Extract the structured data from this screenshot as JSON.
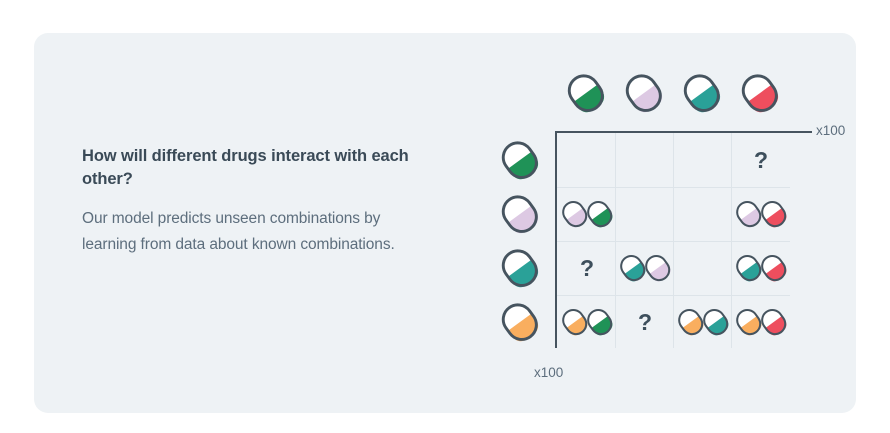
{
  "card": {
    "background": "#eef2f5"
  },
  "text": {
    "headline": "How will different drugs interact with each other?",
    "body": "Our model predicts unseen combinations by learning from data about known combinations."
  },
  "colors": {
    "green": "#1f9257",
    "lavender": "#ddc9e3",
    "teal": "#2aa198",
    "red": "#ee4e5e",
    "orange": "#f9ae5f",
    "pill_top": "#ffffff",
    "pill_outline": "#46545f",
    "axis": "#46545f",
    "gridline": "#dde4e9",
    "headline_text": "#3a4a57",
    "body_text": "#5d6e7d",
    "question_mark": "#3d4f5c"
  },
  "matrix": {
    "axis_label_right": "x100",
    "axis_label_bottom": "x100",
    "question_glyph": "?",
    "column_headers": [
      {
        "name": "drug-green",
        "color_key": "green"
      },
      {
        "name": "drug-lavender",
        "color_key": "lavender"
      },
      {
        "name": "drug-teal",
        "color_key": "teal"
      },
      {
        "name": "drug-red",
        "color_key": "red"
      }
    ],
    "row_headers": [
      {
        "name": "drug-green",
        "color_key": "green"
      },
      {
        "name": "drug-lavender",
        "color_key": "lavender"
      },
      {
        "name": "drug-teal",
        "color_key": "teal"
      },
      {
        "name": "drug-orange",
        "color_key": "orange"
      }
    ],
    "cells": [
      [
        {
          "type": "empty"
        },
        {
          "type": "empty"
        },
        {
          "type": "empty"
        },
        {
          "type": "question"
        }
      ],
      [
        {
          "type": "pair",
          "pills": [
            "lavender",
            "green"
          ]
        },
        {
          "type": "empty"
        },
        {
          "type": "empty"
        },
        {
          "type": "pair",
          "pills": [
            "lavender",
            "red"
          ]
        }
      ],
      [
        {
          "type": "question"
        },
        {
          "type": "pair",
          "pills": [
            "teal",
            "lavender"
          ]
        },
        {
          "type": "empty"
        },
        {
          "type": "pair",
          "pills": [
            "teal",
            "red"
          ]
        }
      ],
      [
        {
          "type": "pair",
          "pills": [
            "orange",
            "green"
          ]
        },
        {
          "type": "question"
        },
        {
          "type": "pair",
          "pills": [
            "orange",
            "teal"
          ]
        },
        {
          "type": "pair",
          "pills": [
            "orange",
            "red"
          ]
        }
      ]
    ]
  }
}
